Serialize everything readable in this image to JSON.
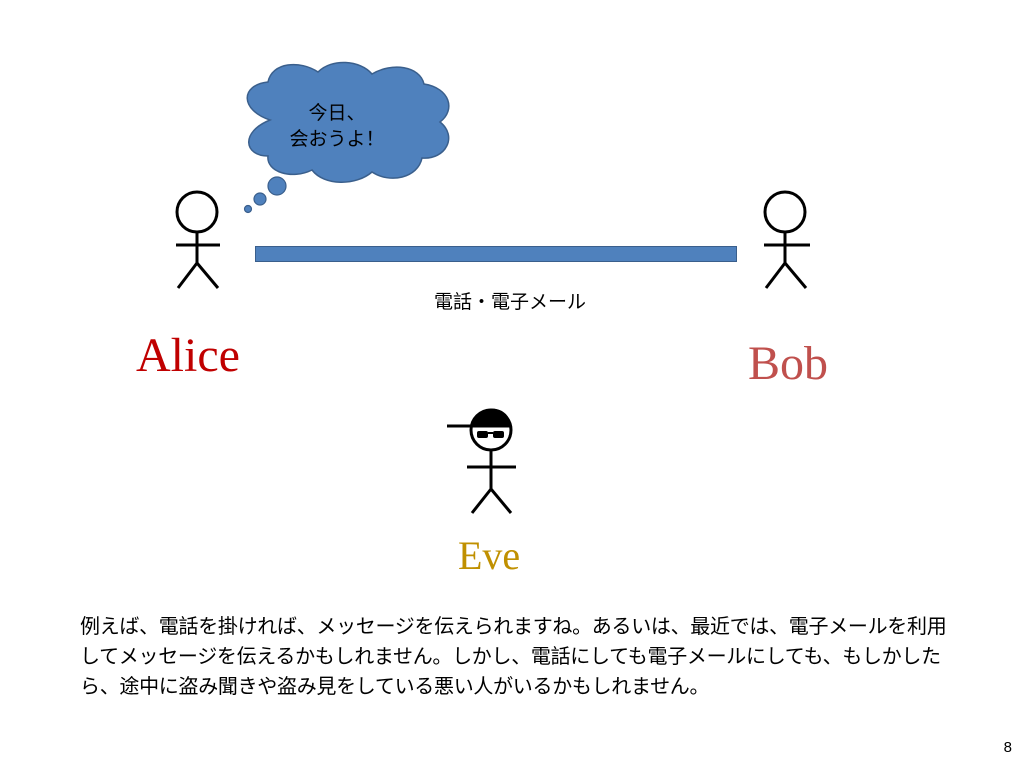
{
  "slide": {
    "bubble_text_line1": "今日、",
    "bubble_text_line2": "会おうよ！",
    "channel_label": "電話・電子メール",
    "alice_name": "Alice",
    "bob_name": "Bob",
    "eve_name": "Eve",
    "body_text": "例えば、電話を掛ければ、メッセージを伝えられますね。あるいは、最近では、電子メールを利用してメッセージを伝えるかもしれません。しかし、電話にしても電子メールにしても、もしかしたら、途中に盗み聞きや盗み見をしている悪い人がいるかもしれません。",
    "page_number": "8"
  },
  "colors": {
    "bubble_fill": "#4F81BD",
    "alice": "#C00000",
    "bob": "#C0504D",
    "eve": "#C09000"
  }
}
